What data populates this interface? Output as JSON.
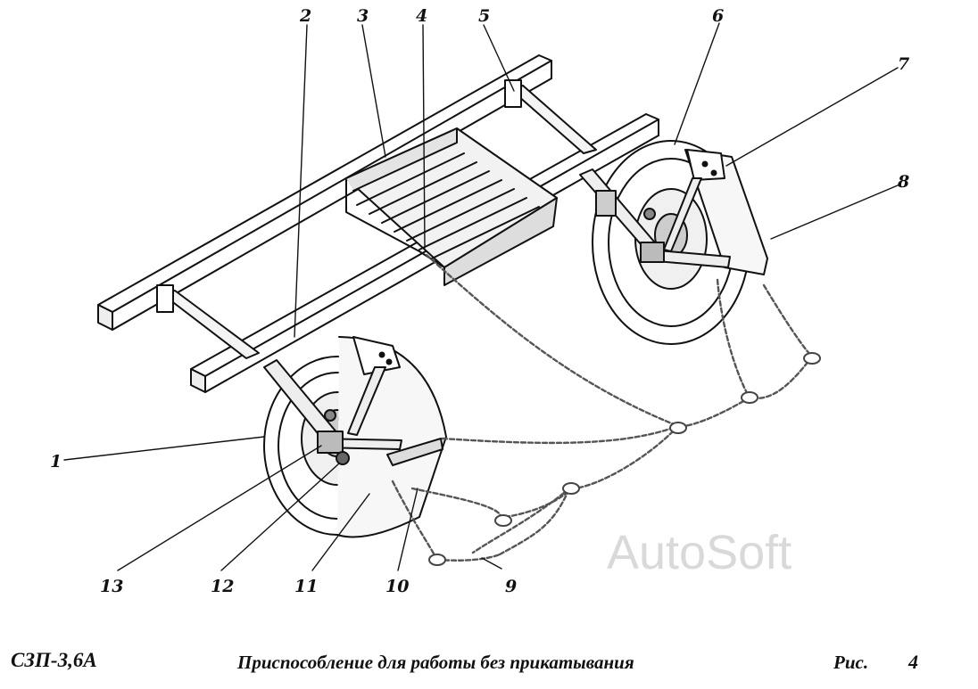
{
  "diagram": {
    "callouts": [
      "1",
      "2",
      "3",
      "4",
      "5",
      "6",
      "7",
      "8",
      "9",
      "10",
      "11",
      "12",
      "13"
    ],
    "watermark": "AutoSoft"
  },
  "footer": {
    "doc_code": "СЗП-3,6А",
    "caption": "Приспособление для работы без прикатывания",
    "fig_label": "Рис.",
    "fig_number": "4"
  },
  "colors": {
    "ink": "#111111",
    "watermark": "#d9d9d9",
    "background": "#ffffff"
  }
}
